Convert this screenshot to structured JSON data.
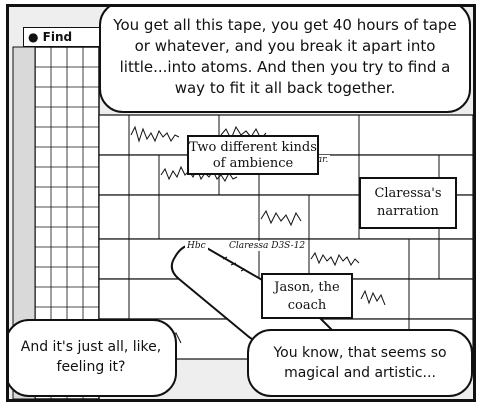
{
  "speech": {
    "top": "You get all this tape, you get 40 hours of tape or whatever, and you break it apart into little...into atoms. And then you try to find a way to fit it all back together.",
    "bottom_left": "And it's just all, like, feeling it?",
    "bottom_right": "You know, that seems so magical and artistic..."
  },
  "labels": {
    "ambience": "Two different kinds of ambience",
    "narration": "Claressa's narration",
    "coach": "Jason, the coach"
  },
  "screen": {
    "menu": "Find",
    "apple_icon": "apple-icon",
    "track_labels": [
      "Clar.",
      "Claressa D3S-12",
      "Hbc"
    ]
  },
  "colors": {
    "ink": "#111111",
    "paper": "#ffffff",
    "shade": "#d9d9d9"
  }
}
